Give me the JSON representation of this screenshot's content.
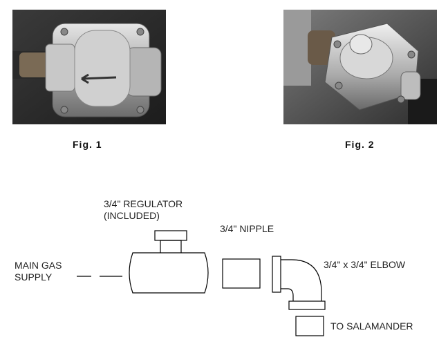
{
  "figures": [
    {
      "caption": "Fig. 1",
      "image": "gas-regulator-side-view-photo"
    },
    {
      "caption": "Fig. 2",
      "image": "gas-regulator-installed-top-view-photo"
    }
  ],
  "diagram": {
    "regulator_label_line1": "3/4\" REGULATOR",
    "regulator_label_line2": "(INCLUDED)",
    "nipple_label": "3/4\" NIPPLE",
    "main_gas_line1": "MAIN GAS",
    "main_gas_line2": "SUPPLY",
    "elbow_label": "3/4\" x 3/4\" ELBOW",
    "salamander_label": "TO SALAMANDER"
  }
}
